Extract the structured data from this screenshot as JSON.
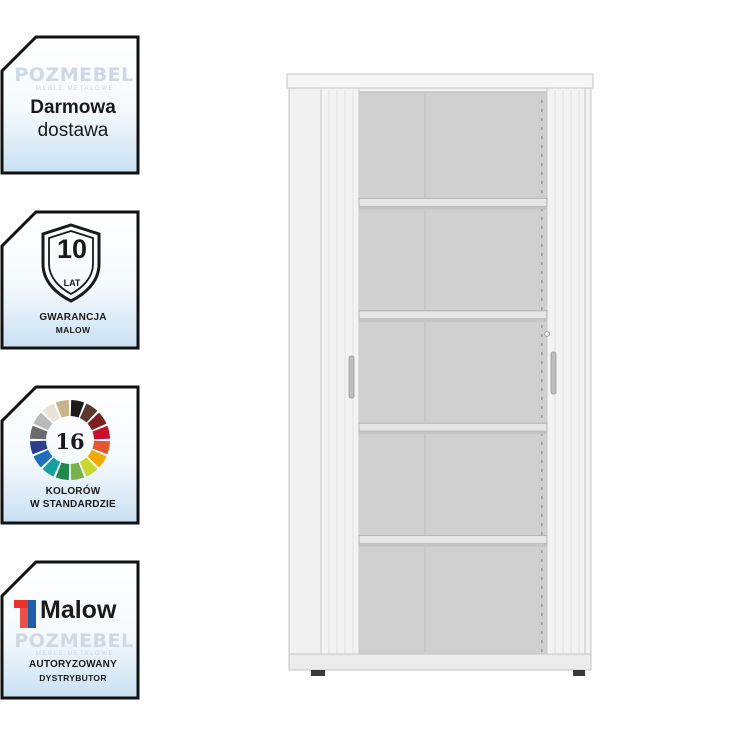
{
  "badges": {
    "delivery": {
      "watermark": "POZMEBEL",
      "watermark_sub": "MEBLE METALOWE",
      "line1": "Darmowa",
      "line2": "dostawa"
    },
    "warranty": {
      "number": "10",
      "unit": "LAT",
      "line1": "GWARANCJA",
      "line2": "MALOW",
      "icon": "shield-icon"
    },
    "colors": {
      "number": "16",
      "line1": "KOLORÓW",
      "line2": "W STANDARDZIE",
      "icon": "color-wheel-icon"
    },
    "dealer": {
      "brand": "Malow",
      "watermark": "POZMEBEL",
      "watermark_sub": "MEBLE METALOWE",
      "line1": "AUTORYZOWANY",
      "line2": "DYSTRYBUTOR",
      "icon": "malow-logo-icon"
    }
  },
  "product": {
    "icon": "tambour-cabinet-icon",
    "shelf_count": 4
  },
  "colors": {
    "badge_border": "#111111",
    "badge_fill_top": "#ffffff",
    "badge_fill_bottom": "#cfe4f5",
    "malow_red": "#e8312a",
    "malow_blue": "#1f5fa8",
    "cabinet_body": "#f2f2f2",
    "cabinet_interior": "#cfcfcf"
  }
}
